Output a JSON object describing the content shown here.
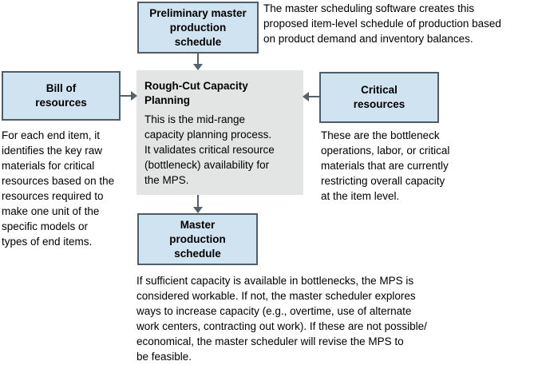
{
  "colors": {
    "box_fill": "#cfe4f0",
    "box_border": "#4d5e69",
    "process_fill": "#e3e5e4",
    "arrow": "#54626c",
    "text": "#000000",
    "background": "#ffffff"
  },
  "diagram": {
    "boxes": {
      "preliminary_mps": "Preliminary master\nproduction\nschedule",
      "bill_of_resources": "Bill of\nresources",
      "critical_resources": "Critical\nresources",
      "master_production_schedule": "Master\nproduction\nschedule"
    },
    "process": {
      "title": "Rough-Cut Capacity\nPlanning",
      "description": "This is the mid-range\ncapacity planning process.\nIt validates critical resource\n(bottleneck) availability for\nthe MPS."
    },
    "annotations": {
      "top_right": "The master scheduling software creates this\nproposed item-level schedule of production based\non product demand and inventory balances.",
      "left": "For each end item, it\nidentifies the key raw\nmaterials for critical\nresources based on the\nresources required to\nmake one unit of the\nspecific models or\ntypes of end items.",
      "right": "These are the bottleneck\noperations, labor, or critical\nmaterials that are currently\nrestricting overall capacity\nat the item level.",
      "bottom": "If sufficient capacity is available in bottlenecks, the MPS is\nconsidered workable. If not, the master scheduler explores\nways to increase capacity (e.g., overtime, use of alternate\nwork centers, contracting out work). If these are not possible/\neconomical, the master scheduler will revise the MPS to\nbe feasible."
    }
  }
}
